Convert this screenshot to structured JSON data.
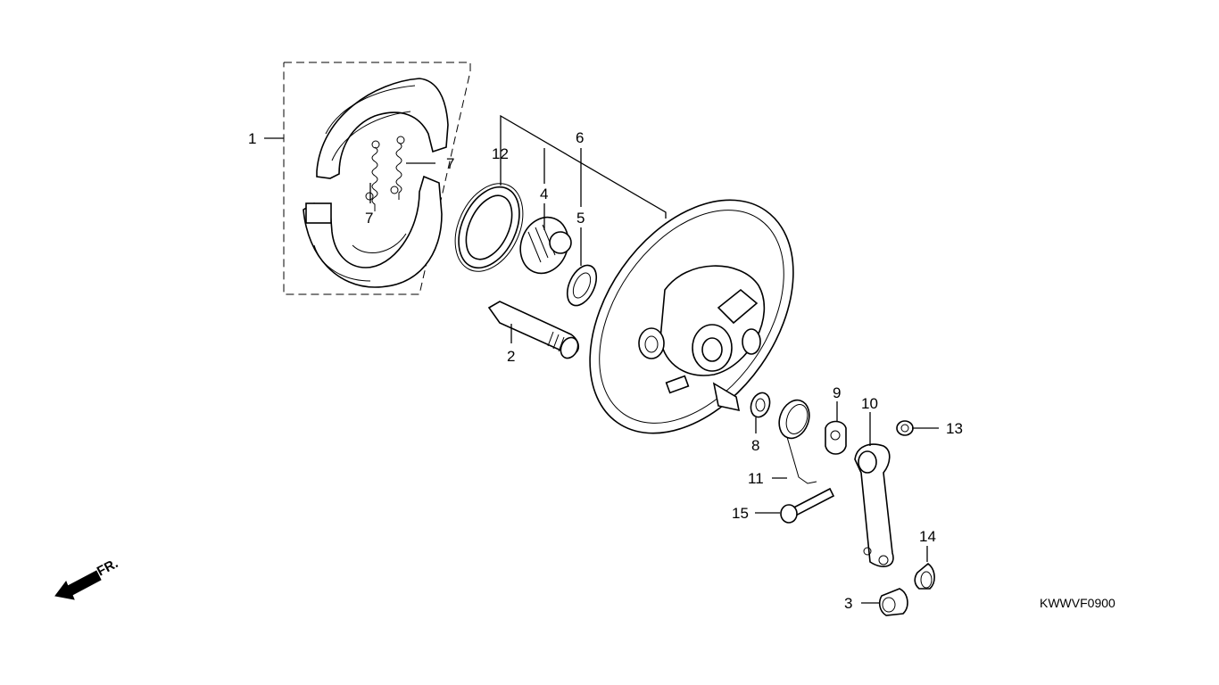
{
  "diagram_code": "KWWVF0900",
  "direction_label": "FR.",
  "callouts": {
    "c1": "1",
    "c2": "2",
    "c3": "3",
    "c4": "4",
    "c5": "5",
    "c6": "6",
    "c7a": "7",
    "c7b": "7",
    "c8": "8",
    "c9": "9",
    "c10": "10",
    "c11": "11",
    "c12": "12",
    "c13": "13",
    "c14": "14",
    "c15": "15"
  }
}
